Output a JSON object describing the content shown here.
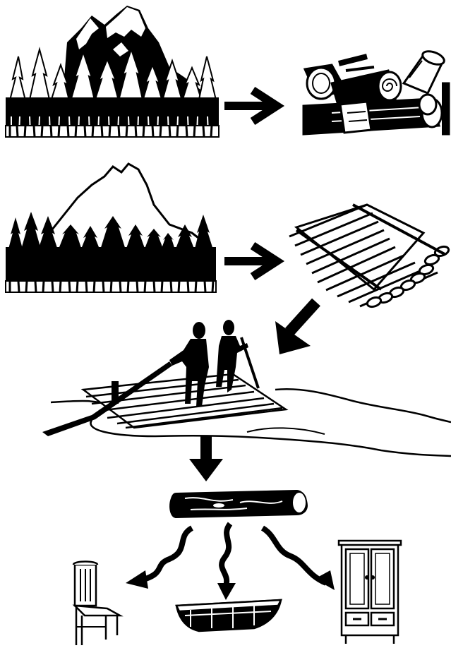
{
  "diagram": {
    "colors": {
      "ink": "#000000",
      "paper": "#ffffff"
    },
    "steps": [
      {
        "id": "forest-with-mountain",
        "icon": "forest-icon"
      },
      {
        "id": "cut-logs",
        "icon": "log-pile-icon"
      },
      {
        "id": "forest-second",
        "icon": "forest-icon"
      },
      {
        "id": "log-raft",
        "icon": "raft-icon"
      },
      {
        "id": "rafting-on-river",
        "icon": "raftsmen-icon"
      },
      {
        "id": "single-log",
        "icon": "log-icon"
      },
      {
        "id": "chair",
        "icon": "chair-icon"
      },
      {
        "id": "boat",
        "icon": "boat-icon"
      },
      {
        "id": "cabinet",
        "icon": "cabinet-icon"
      }
    ]
  }
}
